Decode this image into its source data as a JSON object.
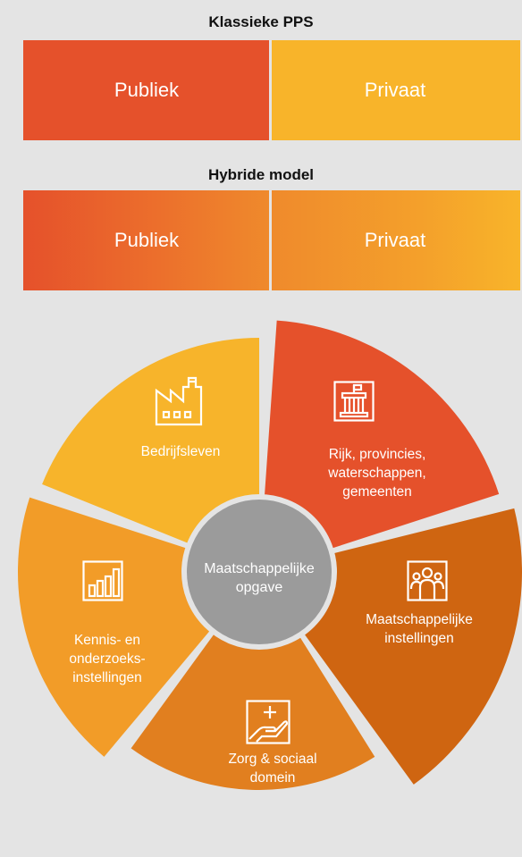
{
  "models": {
    "classic": {
      "title": "Klassieke PPS",
      "left": "Publiek",
      "right": "Privaat"
    },
    "hybrid": {
      "title": "Hybride model",
      "left": "Publiek",
      "right": "Privaat"
    }
  },
  "wheel": {
    "center": "Maatschappelijke\nopgave",
    "segments": [
      {
        "label": "Rijk, provincies,\nwaterschappen,\ngemeenten",
        "icon": "government-building-icon",
        "color": "#e5512b"
      },
      {
        "label": "Maatschappelijke\ninstellingen",
        "icon": "people-group-icon",
        "color": "#cf6511"
      },
      {
        "label": "Zorg & sociaal\ndomein",
        "icon": "hand-plus-icon",
        "color": "#e17f1f"
      },
      {
        "label": "Kennis- en\nonderzoeks-\ninstellingen",
        "icon": "bar-chart-icon",
        "color": "#f29c28"
      },
      {
        "label": "Bedrijfsleven",
        "icon": "factory-icon",
        "color": "#f7b42b"
      }
    ],
    "center_color": "#9b9b9b"
  },
  "colors": {
    "publiek": "#e5512b",
    "privaat": "#f8b42a",
    "hybrid_mid": "#ef8a2c",
    "background": "#e4e4e4"
  }
}
